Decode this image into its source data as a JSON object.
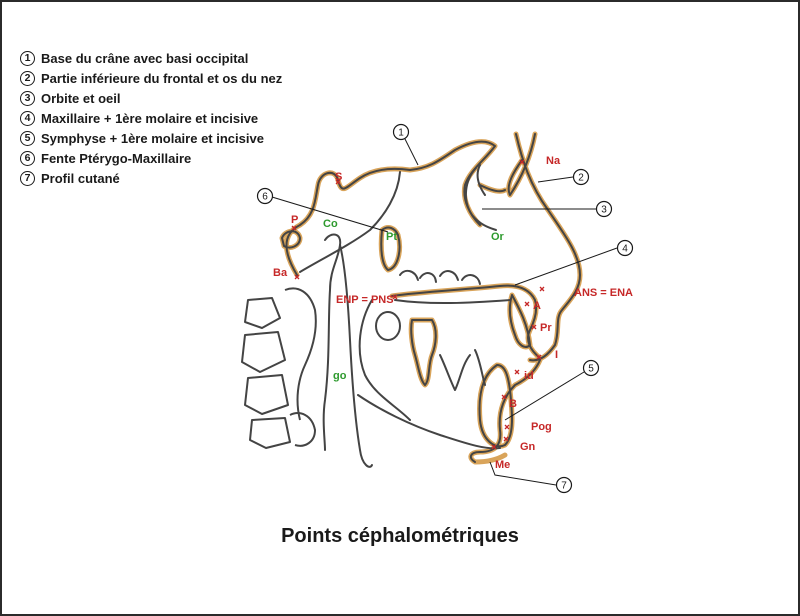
{
  "legend": [
    {
      "num": "1",
      "text": "Base du crâne avec basi occipital"
    },
    {
      "num": "2",
      "text": "Partie inférieure du frontal et os du nez"
    },
    {
      "num": "3",
      "text": "Orbite et oeil"
    },
    {
      "num": "4",
      "text": "Maxillaire + 1ère molaire et incisive"
    },
    {
      "num": "5",
      "text": "Symphyse + 1ère molaire et incisive"
    },
    {
      "num": "6",
      "text": "Fente Ptérygo-Maxillaire"
    },
    {
      "num": "7",
      "text": "Profil cutané"
    }
  ],
  "points": {
    "S": "S",
    "P": "P",
    "Co": "Co",
    "Pt": "Pt",
    "Ba": "Ba",
    "ENP": "ENP = PNS",
    "Na": "Na",
    "Or": "Or",
    "A": "A",
    "ANS": "ANS = ENA",
    "Pr": "Pr",
    "I": "I",
    "id": "id",
    "B": "B",
    "Pog": "Pog",
    "Gn": "Gn",
    "Me": "Me",
    "go": "go"
  },
  "callouts": [
    "1",
    "2",
    "3",
    "4",
    "5",
    "6",
    "7"
  ],
  "caption": "Points céphalométriques",
  "colors": {
    "red_label": "#c62828",
    "green_label": "#2e9a2e",
    "outline_gold": "#d9a45a",
    "bone_stroke": "#444444"
  }
}
